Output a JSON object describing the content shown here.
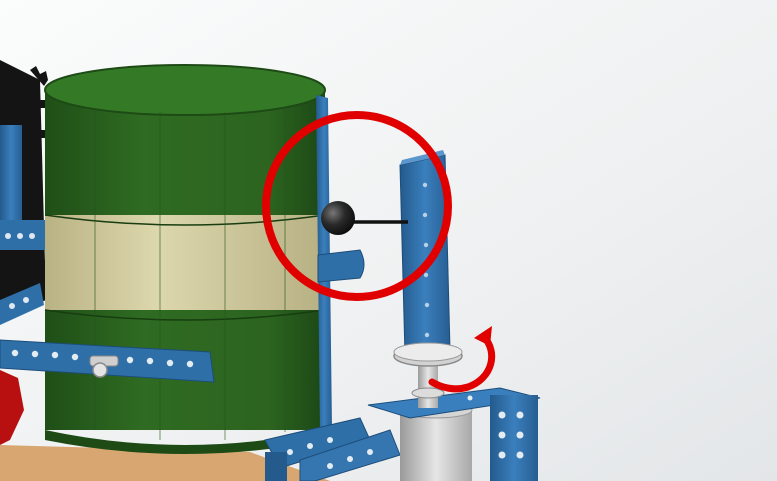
{
  "scene": {
    "subject": "cad-mechanism-render",
    "colors": {
      "background": "#eef0f1",
      "drum_green": "#2f6b22",
      "drum_band": "#d9d3a8",
      "frame_blue": "#2f6fa8",
      "gear_black": "#141414",
      "highlight_red": "#e00000",
      "wood": "#d8a771",
      "metal": "#c9c9c9"
    },
    "annotations": {
      "highlight": {
        "shape": "circle",
        "color": "#e00000",
        "marks": "ball-on-rod-contact"
      },
      "rotation": {
        "shape": "curved-arrow",
        "direction": "clockwise",
        "color": "#e00000"
      }
    }
  }
}
